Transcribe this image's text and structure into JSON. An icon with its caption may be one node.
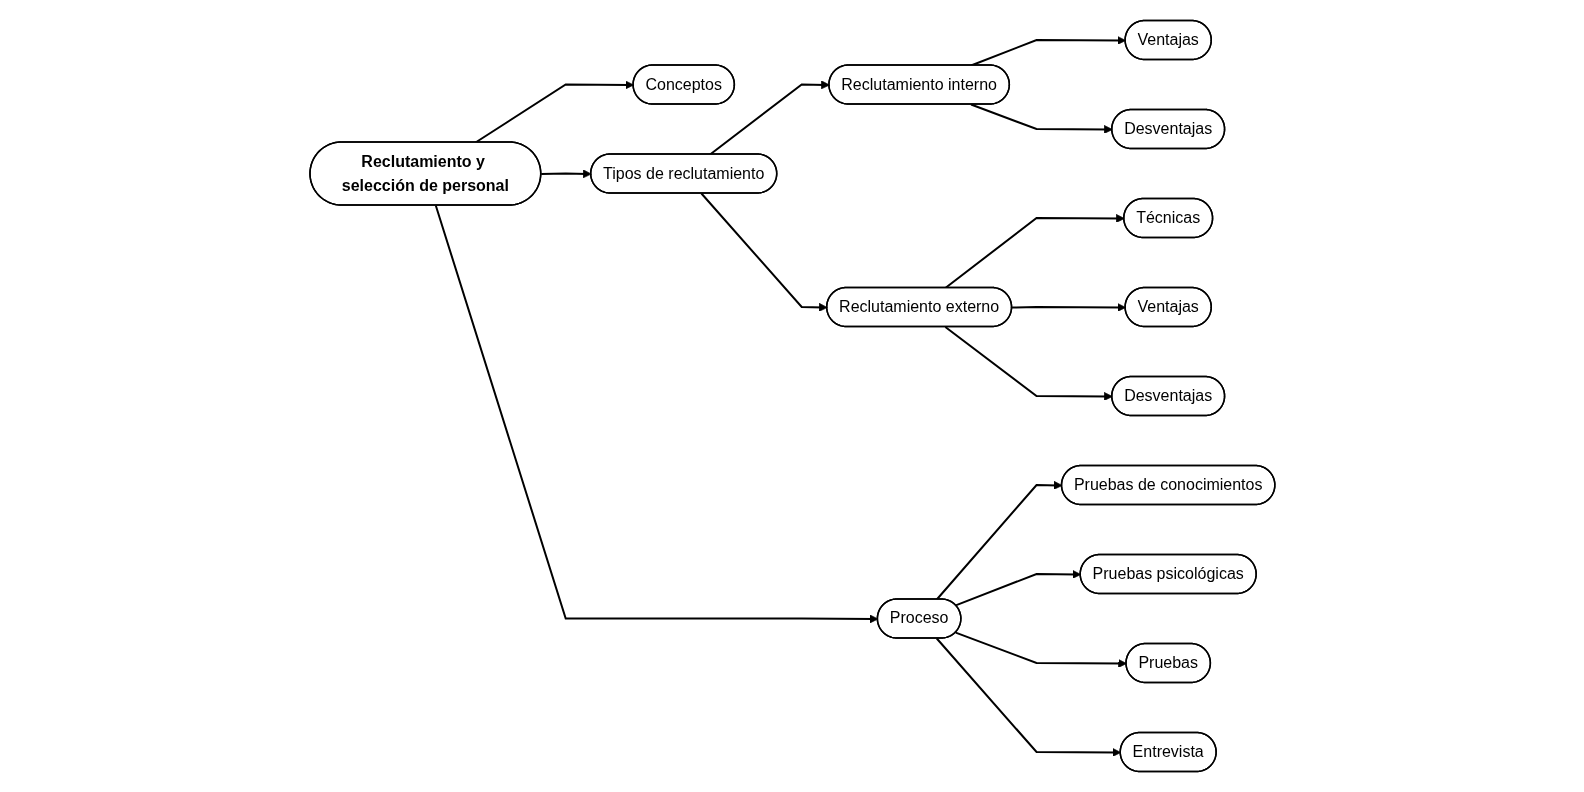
{
  "diagram": {
    "nodes": [
      {
        "text": [
          "Reclutamiento y selección de personal"
        ]
      },
      {
        "text": [
          "Conceptos"
        ]
      },
      {
        "text": [
          "Tipos de reclutamiento"
        ]
      },
      {
        "text": [
          "Reclutamiento interno"
        ]
      },
      {
        "text": [
          "Ventajas"
        ]
      },
      {
        "text": [
          "Desventajas"
        ]
      },
      {
        "text": [
          "Reclutamiento externo"
        ]
      },
      {
        "text": [
          "Técnicas"
        ]
      },
      {
        "text": [
          "Ventajas"
        ]
      },
      {
        "text": [
          "Desventajas"
        ]
      },
      {
        "text": [
          "Proceso"
        ]
      },
      {
        "text": [
          "Pruebas de conocimientos"
        ]
      },
      {
        "text": [
          "Pruebas psicológicas"
        ]
      },
      {
        "text": [
          "Pruebas"
        ]
      },
      {
        "text": [
          "Entrevista"
        ]
      }
    ],
    "edges": [
      {
        "from": 0,
        "to": 1,
        "arrow": "to"
      },
      {
        "from": 0,
        "to": 2,
        "arrow": "to"
      },
      {
        "from": 2,
        "to": 3,
        "arrow": "to"
      },
      {
        "from": 3,
        "to": 4,
        "arrow": "to"
      },
      {
        "from": 3,
        "to": 5,
        "arrow": "to"
      },
      {
        "from": 2,
        "to": 6,
        "arrow": "to"
      },
      {
        "from": 6,
        "to": 7,
        "arrow": "to"
      },
      {
        "from": 6,
        "to": 8,
        "arrow": "to"
      },
      {
        "from": 6,
        "to": 9,
        "arrow": "to"
      },
      {
        "from": 0,
        "to": 10,
        "arrow": "to"
      },
      {
        "from": 10,
        "to": 11,
        "arrow": "to"
      },
      {
        "from": 10,
        "to": 12,
        "arrow": "to"
      },
      {
        "from": 10,
        "to": 13,
        "arrow": "to"
      },
      {
        "from": 10,
        "to": 14,
        "arrow": "to"
      }
    ]
  }
}
